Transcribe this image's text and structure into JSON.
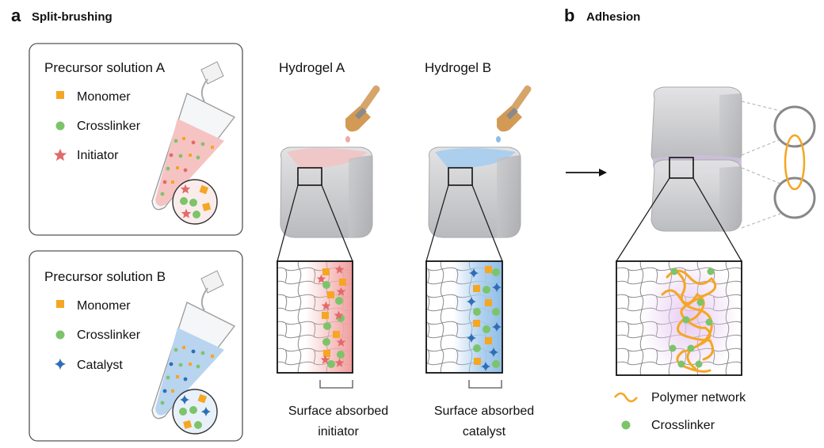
{
  "panel_a": {
    "letter": "a",
    "title": "Split-brushing",
    "box_a": {
      "title": "Precursor solution A",
      "legend": [
        {
          "label": "Monomer",
          "icon": "orange-square-icon",
          "color": "#f5a623"
        },
        {
          "label": "Crosslinker",
          "icon": "green-circle-icon",
          "color": "#7cc46a"
        },
        {
          "label": "Initiator",
          "icon": "red-star-icon",
          "color": "#e36a6a"
        }
      ]
    },
    "box_b": {
      "title": "Precursor solution B",
      "legend": [
        {
          "label": "Monomer",
          "icon": "orange-square-icon",
          "color": "#f5a623"
        },
        {
          "label": "Crosslinker",
          "icon": "green-circle-icon",
          "color": "#7cc46a"
        },
        {
          "label": "Catalyst",
          "icon": "blue-four-point-star-icon",
          "color": "#2f6db5"
        }
      ]
    },
    "hydrogel_a": {
      "title": "Hydrogel A",
      "caption_line1": "Surface absorbed",
      "caption_line2": "initiator",
      "tint": "#f4b3b3"
    },
    "hydrogel_b": {
      "title": "Hydrogel B",
      "caption_line1": "Surface absorbed",
      "caption_line2": "catalyst",
      "tint": "#a9cdee"
    }
  },
  "panel_b": {
    "letter": "b",
    "title": "Adhesion",
    "legend": [
      {
        "label": "Polymer network",
        "icon": "orange-wave-icon",
        "color": "#f5a623"
      },
      {
        "label": "Crosslinker",
        "icon": "green-circle-icon",
        "color": "#7cc46a"
      }
    ]
  },
  "colors": {
    "monomer": "#f5a623",
    "crosslinker": "#7cc46a",
    "initiator": "#e36a6a",
    "catalyst": "#2f6db5",
    "network_tint": "#e6c9f0"
  }
}
